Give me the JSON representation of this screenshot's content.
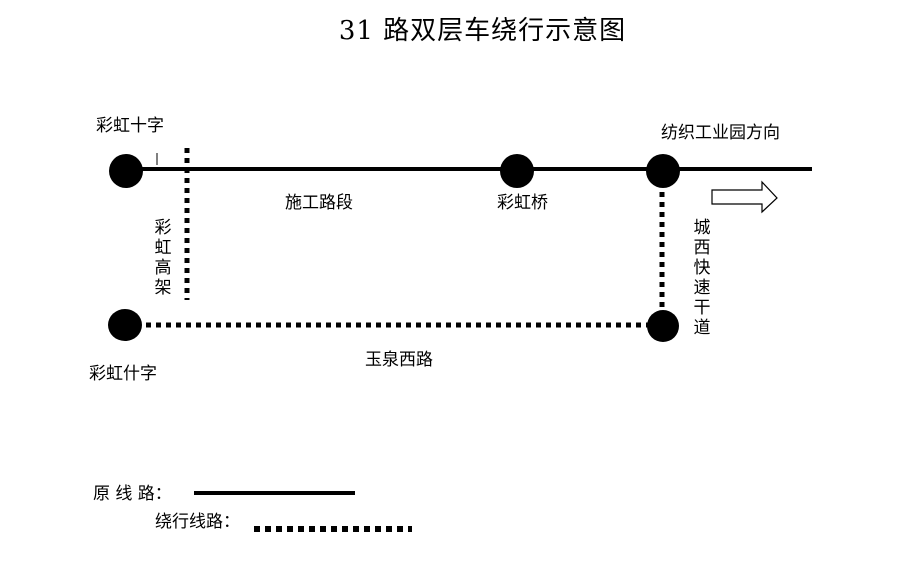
{
  "title": "31 路双层车绕行示意图",
  "stations": {
    "caihong_shizi_top": "彩虹十字",
    "caihong_qiao": "彩虹桥",
    "caihong_shizi_bottom": "彩虹什字"
  },
  "directions": {
    "fangzhi_gongyeyuan": "纺织工业园方向"
  },
  "roads": {
    "construction_section": "施工路段",
    "caihong_gaojia": "彩虹高架",
    "yuquan_xilu": "玉泉西路",
    "chengxi_kuaisu_gandao": "城西快速干道"
  },
  "legend": {
    "original_route_label": "原 线 路：",
    "detour_route_label": "绕行线路："
  },
  "colors": {
    "line": "#000000",
    "background": "#ffffff"
  }
}
